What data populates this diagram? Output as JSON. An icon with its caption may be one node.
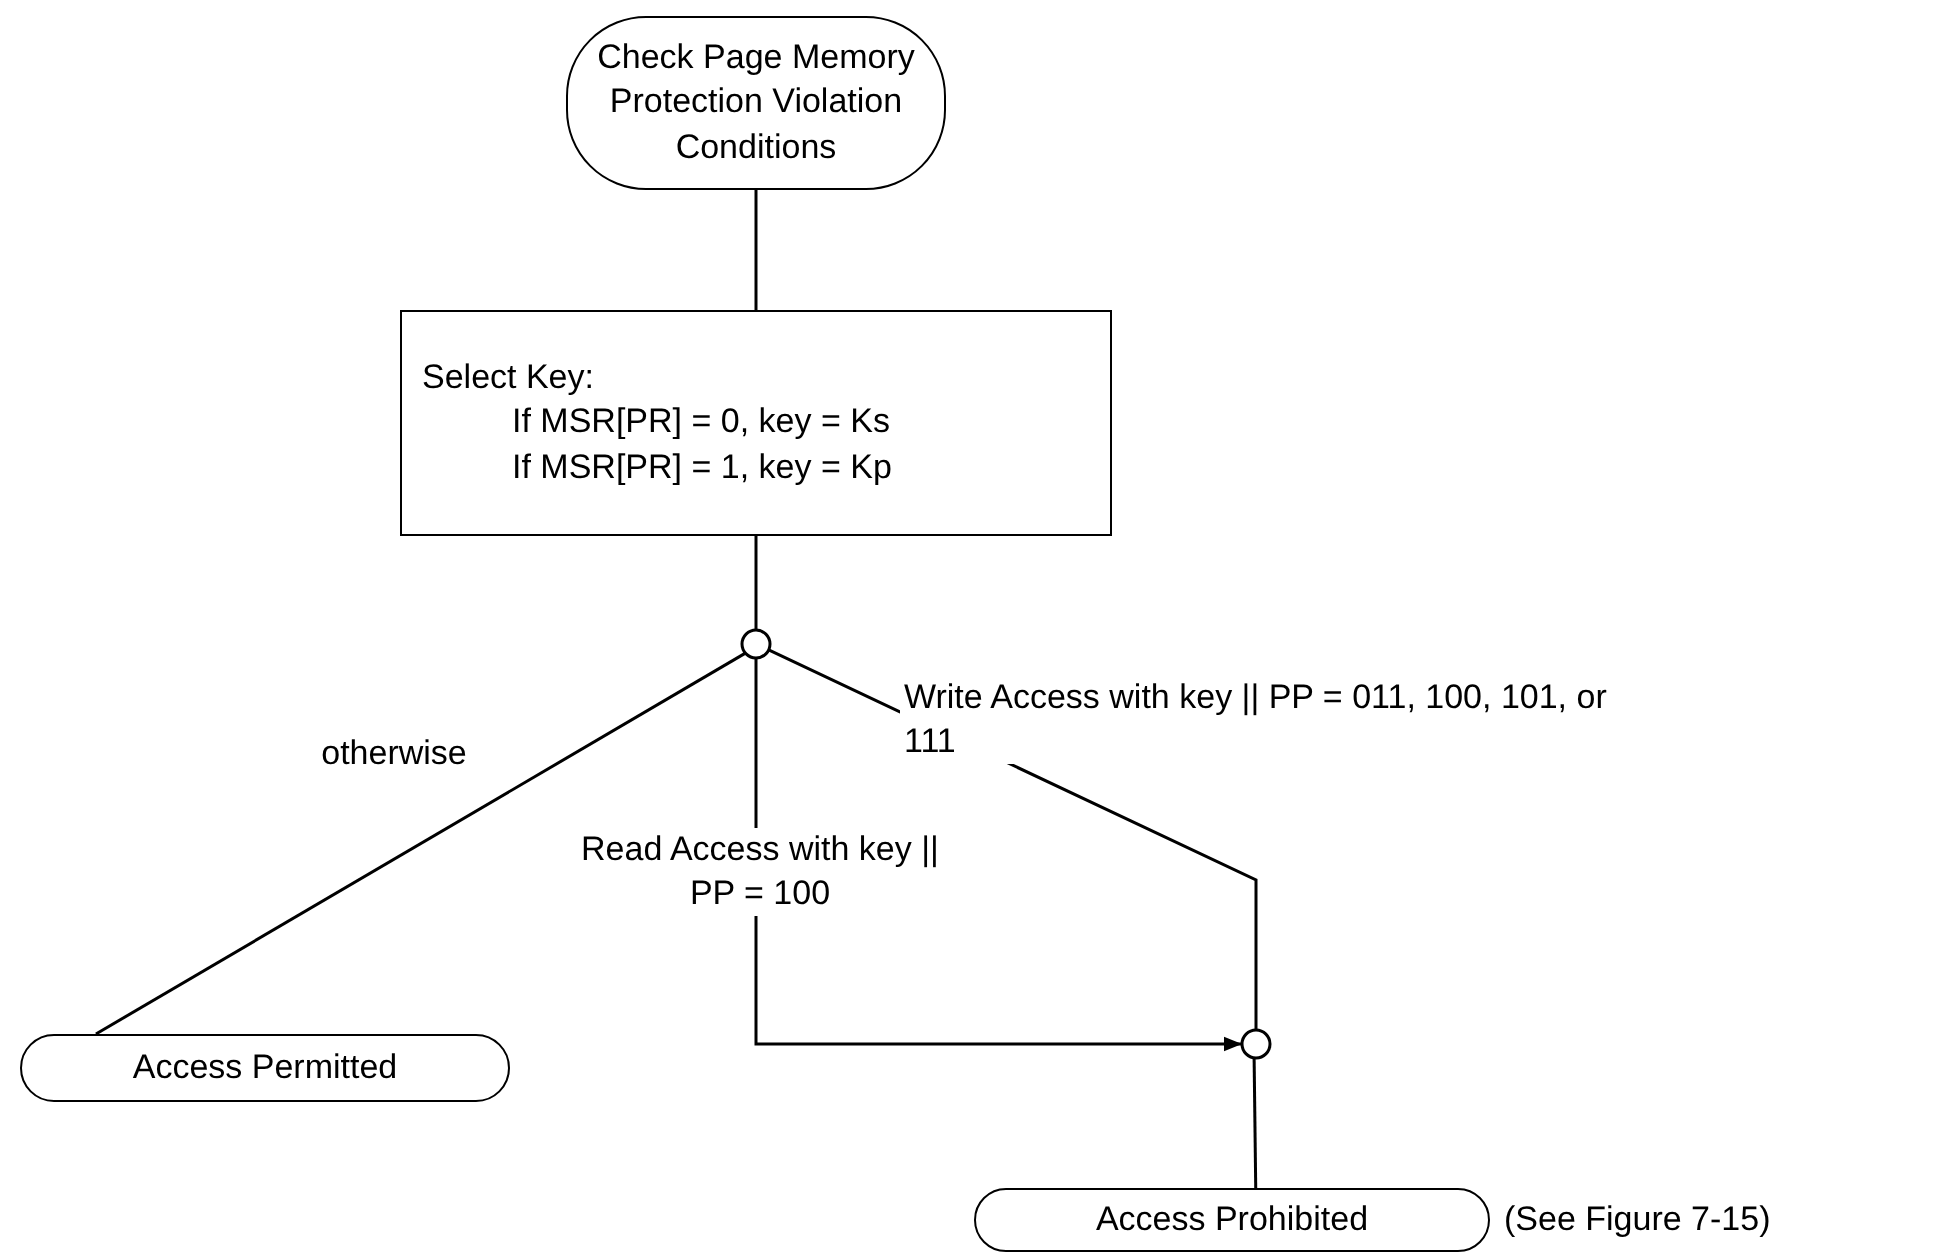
{
  "diagram": {
    "nodes": [
      {
        "text": [
          "Check Page Memory Protection Violation Conditions"
        ]
      },
      {
        "text": [
          "Select Key:",
          "If MSR[PR] = 0, key = Ks",
          "If MSR[PR] = 1, key = Kp"
        ]
      },
      {
        "text": [],
        "shape": "circle"
      },
      {
        "text": [
          "Access Permitted"
        ]
      },
      {
        "text": [],
        "shape": "circle"
      },
      {
        "text": [
          "Access Prohibited"
        ],
        "beside": [
          "(See Figure 7-15)"
        ]
      }
    ],
    "edges": [
      {
        "from": 0,
        "to": 1,
        "arrow": "none"
      },
      {
        "from": 1,
        "to": 2,
        "arrow": "none"
      },
      {
        "from": 2,
        "to": 3,
        "arrow": "none",
        "label": "otherwise"
      },
      {
        "from": 2,
        "to": 4,
        "arrow": "to",
        "label": "Read Access with key || PP = 100"
      },
      {
        "from": 2,
        "to": 4,
        "arrow": "none",
        "label": "Write Access with key || PP = 011, 100, 101, or 111"
      },
      {
        "from": 4,
        "to": 5,
        "arrow": "none"
      }
    ]
  }
}
